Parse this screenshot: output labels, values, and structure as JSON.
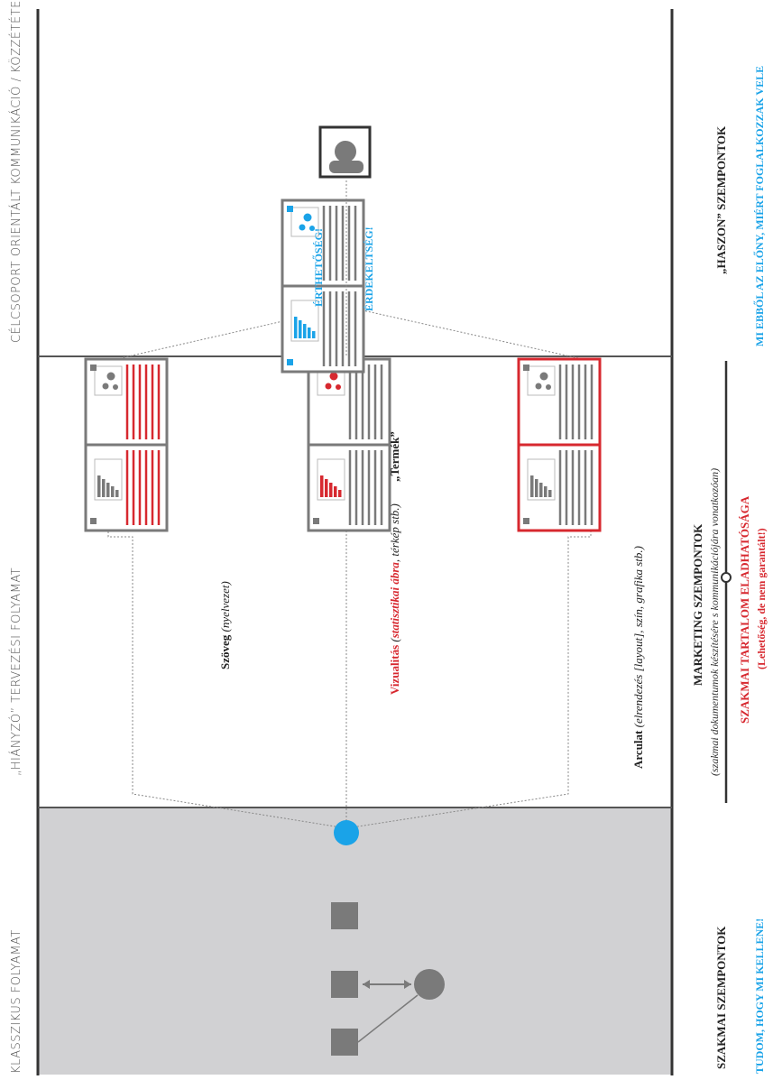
{
  "headers": {
    "classic": "KLASSZIKUS FOLYAMAT",
    "missing": "„HIÁNYZÓ” TERVEZÉSI FOLYAMAT",
    "target": "CÉLCSOPORT ORIENTÁLT KOMMUNIKÁCIÓ / KÖZZÉTÉTEL"
  },
  "docs": {
    "text": {
      "main": "Szöveg",
      "detail": "(nyelvezet)"
    },
    "visual": {
      "main": "Vizualitás",
      "detail_open": " (",
      "detail_em": "statisztikai ábra",
      "detail_rest": ", térkép stb.)"
    },
    "identity": {
      "main": "Arculat",
      "detail": " (elrendezés [layout], szín, grafika stb.)"
    },
    "product": "„Termék”"
  },
  "target_labels": {
    "clarity": "ÉRTHETŐSÉG!",
    "interest": "ÉRDEKELTSÉG!"
  },
  "bottom": {
    "professional_title": "SZAKMAI SZEMPONTOK",
    "professional_sub": "TUDOM, HOGY MI KELLENE!",
    "marketing_title": "MARKETING SZEMPONTOK",
    "marketing_sub": "(szakmai dokumentumok készítésére s kommunikációjára vonatkozóan)",
    "sell_title": "SZAKMAI TARTALOM ELADHATÓSÁGA",
    "sell_sub": "(Lehetőség, de nem garantált!)",
    "benefit_title": "„HASZON” SZEMPONTOK",
    "benefit_sub": "MI EBBŐL AZ ELŐNY, MIÉRT FOGLALKOZZAK VELE"
  },
  "colors": {
    "red": "#d7282f",
    "blue": "#1aa3e8",
    "grey": "#7a7a7a",
    "panel": "#d1d1d3",
    "dark": "#333333"
  },
  "icons": [
    "person-icon",
    "document-icon",
    "bar-chart-icon",
    "bubble-chart-icon"
  ]
}
